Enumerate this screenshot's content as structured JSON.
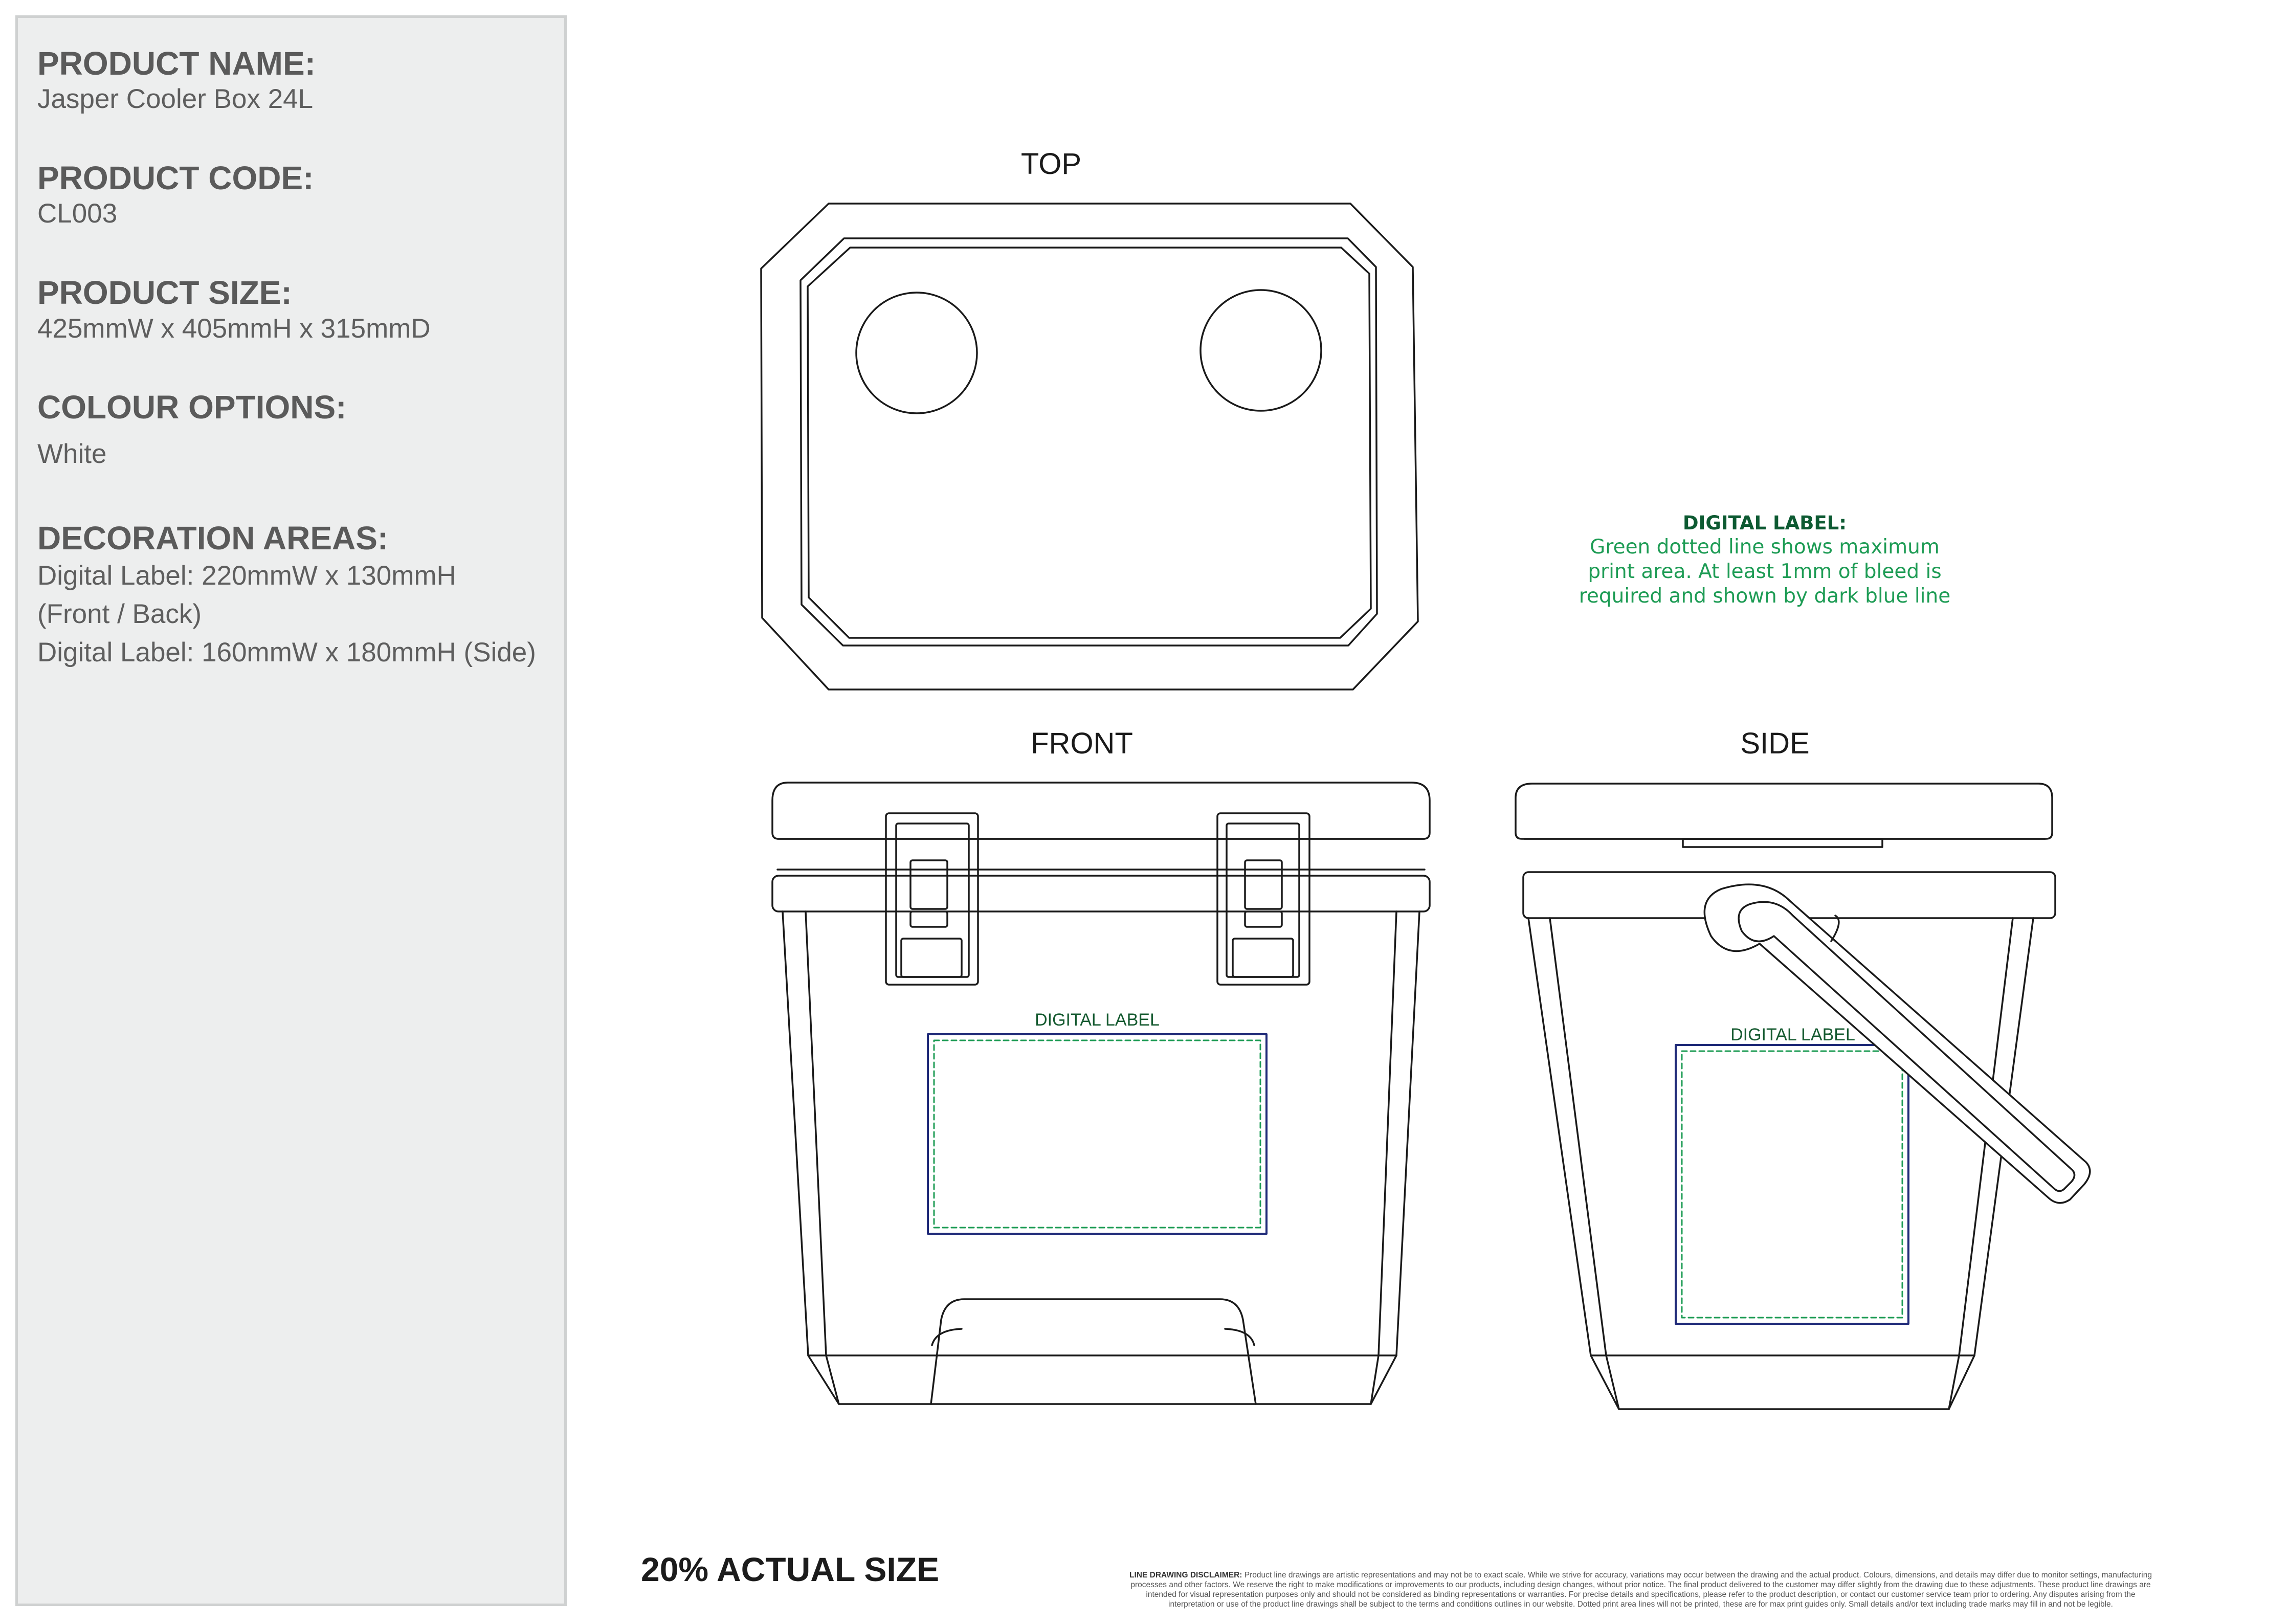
{
  "product": {
    "name_heading": "PRODUCT NAME:",
    "name": "Jasper Cooler Box 24L",
    "code_heading": "PRODUCT CODE:",
    "code": "CL003",
    "size_heading": "PRODUCT SIZE:",
    "size": "425mmW x 405mmH x 315mmD",
    "colour_heading": "COLOUR OPTIONS:",
    "colour": "White",
    "decoration_heading": "DECORATION AREAS:",
    "decoration_lines": [
      "Digital Label: 220mmW x 130mmH",
      "(Front / Back)",
      "Digital Label: 160mmW x 180mmH (Side)"
    ]
  },
  "views": {
    "top": "TOP",
    "front": "FRONT",
    "side": "SIDE"
  },
  "labels": {
    "front_area": "DIGITAL LABEL",
    "side_area": "DIGITAL LABEL"
  },
  "note": {
    "title": "DIGITAL LABEL:",
    "lines": [
      "Green dotted line shows maximum",
      "print area. At least 1mm of bleed is",
      "required and shown by dark blue line"
    ]
  },
  "scale": "20% ACTUAL SIZE",
  "disclaimer": {
    "title": "LINE DRAWING DISCLAIMER:",
    "line1": "Product line drawings are artistic representations and may not be to exact scale. While we strive for accuracy, variations may occur between the drawing and the actual product. Colours, dimensions, and details may differ due to monitor settings, manufacturing",
    "line2": "processes and other factors. We reserve the right to make modifications or improvements to our products, including design changes, without prior notice. The final product delivered to the customer may differ slightly from the drawing due to these adjustments. These product line drawings are",
    "line3": "intended for visual representation purposes only and should not be considered as binding representations or warranties. For precise details and specifications, please refer to the product description, or contact our customer service team prior to ordering. Any disputes arising from the",
    "line4": "interpretation or use of the product line drawings shall be subject to the terms and conditions outlines in our website. Dotted print area lines will not be printed, these are for max print guides only. Small details and/or text including trade marks may fill in and not be legible."
  },
  "colors": {
    "print_area_green": "#1e9c55",
    "bleed_line_blue": "#1f2a78",
    "note_title_green": "#0d5a32",
    "label_green": "#155a30"
  }
}
